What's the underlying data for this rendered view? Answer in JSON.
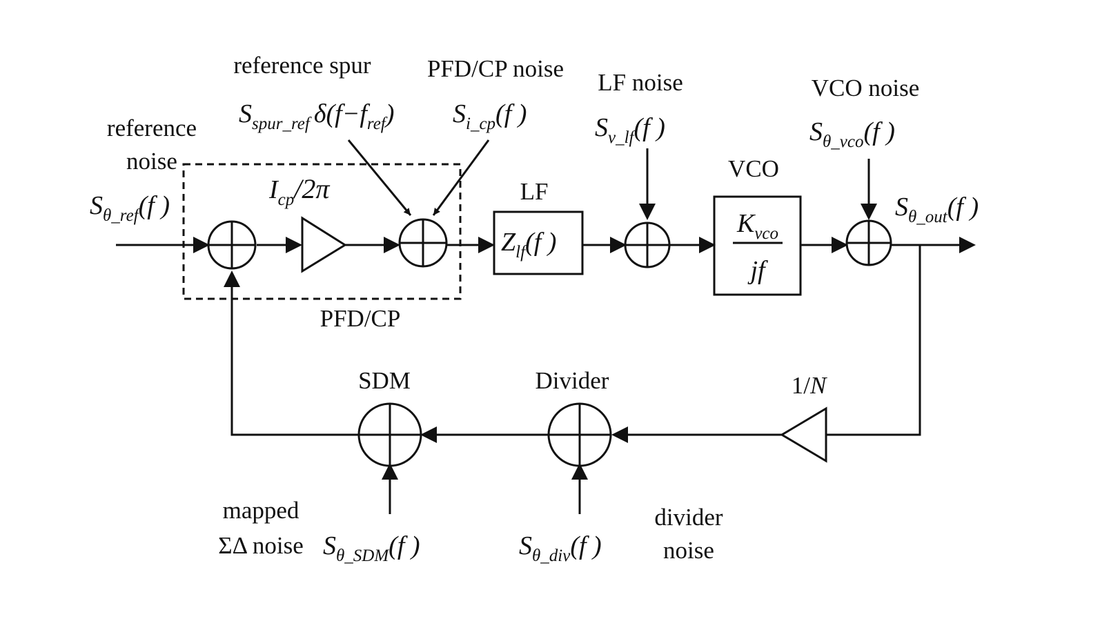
{
  "labels": {
    "reference_noise_1": "reference",
    "reference_noise_2": "noise",
    "reference_spur": "reference spur",
    "pfdcp_noise": "PFD/CP noise",
    "lf_noise": "LF noise",
    "vco_noise": "VCO noise",
    "lf_block": "LF",
    "vco_block": "VCO",
    "pfdcp_block": "PFD/CP",
    "sdm": "SDM",
    "divider": "Divider",
    "one_over_n": "1/",
    "n_symbol": "N",
    "mapped_1": "mapped",
    "mapped_2": "ΣΔ noise",
    "divider_noise_1": "divider",
    "divider_noise_2": "noise"
  },
  "signals": {
    "s_ref": {
      "main": "S",
      "sub": "θ_ref",
      "arg": "(f )"
    },
    "s_spur": {
      "main": "S",
      "sub": "spur_ref",
      "delta": "δ(f−f",
      "delta_sub": "ref",
      "close": ")"
    },
    "s_icp": {
      "main": "S",
      "sub": "i_cp",
      "arg": "(f )"
    },
    "s_vlf": {
      "main": "S",
      "sub": "v_lf",
      "arg": "(f )"
    },
    "s_vco": {
      "main": "S",
      "sub": "θ_vco",
      "arg": "(f )"
    },
    "s_out": {
      "main": "S",
      "sub": "θ_out",
      "arg": "(f )"
    },
    "s_sdm": {
      "main": "S",
      "sub": "θ_SDM",
      "arg": "(f )"
    },
    "s_div": {
      "main": "S",
      "sub": "θ_div",
      "arg": "(f )"
    }
  },
  "blocks": {
    "icp": {
      "main": "I",
      "sub": "cp",
      "rest": "/2π"
    },
    "zlf": {
      "main": "Z",
      "sub": "lf",
      "arg": "(f )"
    },
    "kvco": {
      "main": "K",
      "sub": "vco",
      "den": "jf"
    }
  }
}
